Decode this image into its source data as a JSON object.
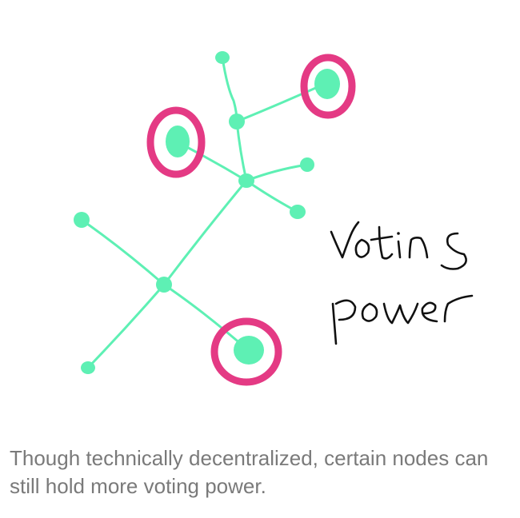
{
  "figure": {
    "handwritten_label": [
      "Voting",
      "power"
    ],
    "colors": {
      "network": "#5ef0b4",
      "highlight": "#e43a84",
      "ink": "#111111"
    },
    "highlighted_node_count": 3
  },
  "caption": "Though technically decentralized, certain nodes can still hold more voting power."
}
